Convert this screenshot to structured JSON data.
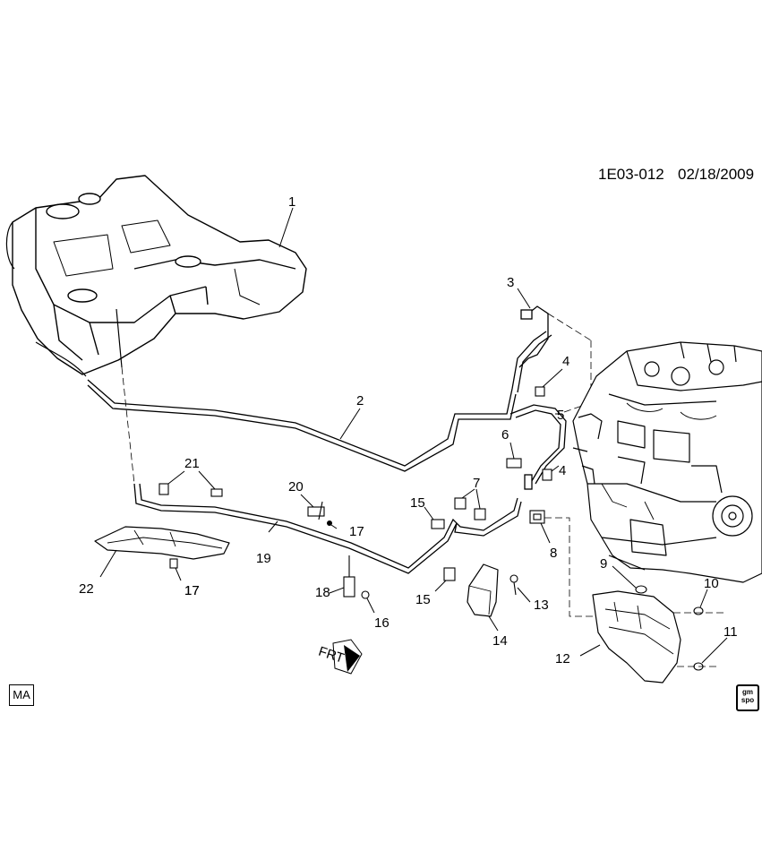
{
  "header": {
    "code": "1E03-012",
    "date": "02/18/2009"
  },
  "callouts": [
    "1",
    "2",
    "3",
    "4",
    "4",
    "5",
    "6",
    "7",
    "8",
    "9",
    "10",
    "11",
    "12",
    "13",
    "14",
    "15",
    "15",
    "16",
    "17",
    "17",
    "17",
    "18",
    "19",
    "20",
    "21",
    "22"
  ],
  "direction_marker": "FRT",
  "corner_tag": "MA",
  "logo": {
    "line1": "gm",
    "line2": "spo"
  }
}
